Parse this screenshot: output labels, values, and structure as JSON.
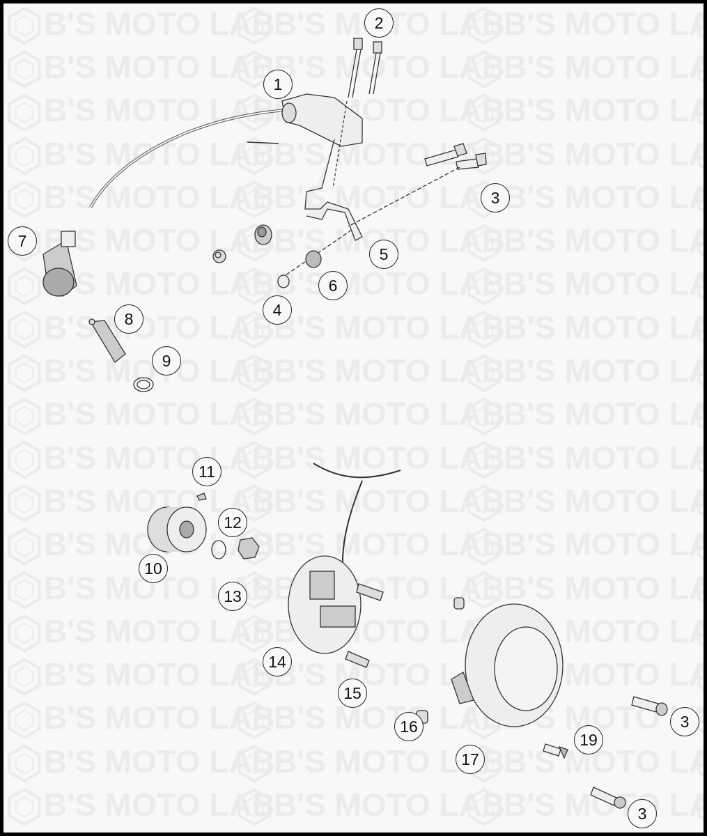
{
  "watermark": {
    "text": "B'S MOTO LAB",
    "rows": 19,
    "repeats": 4
  },
  "callouts": {
    "c1": "1",
    "c2": "2",
    "c3a": "3",
    "c4": "4",
    "c5": "5",
    "c6": "6",
    "c7": "7",
    "c8": "8",
    "c9": "9",
    "c10": "10",
    "c11": "11",
    "c12": "12",
    "c13": "13",
    "c14": "14",
    "c15": "15",
    "c16": "16",
    "c17": "17",
    "c19": "19",
    "c3b": "3",
    "c3c": "3"
  }
}
